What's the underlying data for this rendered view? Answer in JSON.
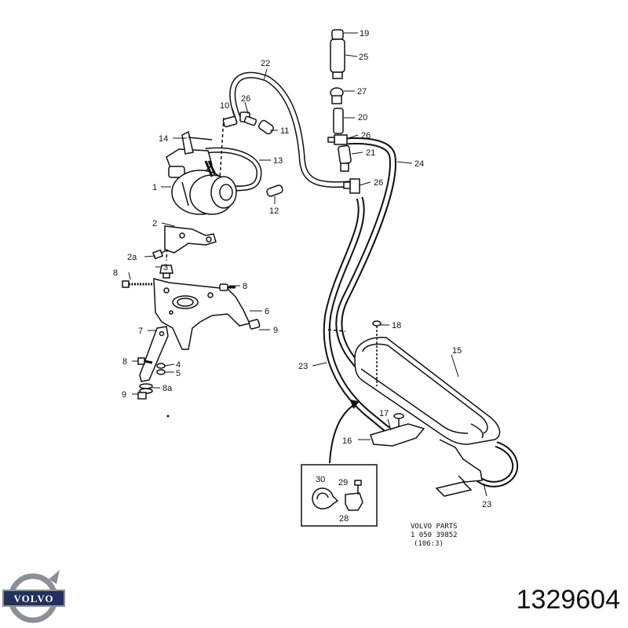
{
  "callouts": {
    "c19": "19",
    "c25": "25",
    "c27": "27",
    "c20": "20",
    "c26a": "26",
    "c21": "21",
    "c24": "24",
    "c26b": "26",
    "c22": "22",
    "c10": "10",
    "c26c": "26",
    "c11": "11",
    "c14": "14",
    "c13": "13",
    "c1": "1",
    "c12": "12",
    "c2": "2",
    "c2a": "2a",
    "c3": "3",
    "c8a": "8",
    "c8b": "8",
    "c6": "6",
    "c7": "7",
    "c9a": "9",
    "c8c": "8",
    "c4": "4",
    "c5": "5",
    "c9b": "9",
    "c8ab": "8a",
    "c18": "18",
    "c15": "15",
    "c23a": "23",
    "c17": "17",
    "c16": "16",
    "c23b": "23",
    "c30": "30",
    "c29": "29",
    "c28": "28"
  },
  "caption": {
    "line1": "VOLVO PARTS",
    "line2": "1 050   39852",
    "line3": "(106:3)"
  },
  "logo": {
    "word": "VOLVO",
    "steel_color": "#8c8f93",
    "band_color": "#23305e"
  },
  "part_number": "1329604"
}
